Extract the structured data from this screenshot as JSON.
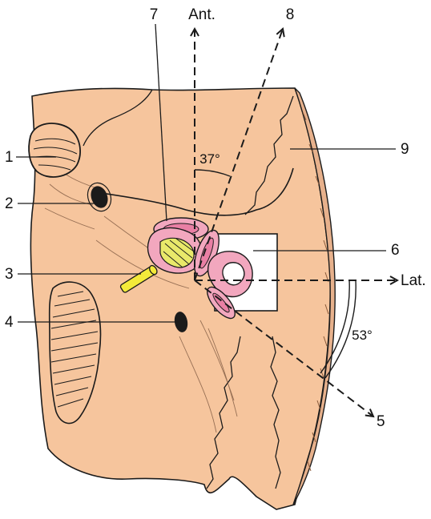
{
  "colors": {
    "bone": "#F6C59D",
    "outline": "#1b1b1b",
    "cochlea": "#F2A7BE",
    "cochlea_inner": "#E97FA4",
    "stapes": "#E9E96A",
    "probe": "#F4EA3A"
  },
  "labels": {
    "ant": "Ant.",
    "lat": "Lat.",
    "angle_37": "37°",
    "angle_53": "53°",
    "n1": "1",
    "n2": "2",
    "n3": "3",
    "n4": "4",
    "n5": "5",
    "n6": "6",
    "n7": "7",
    "n8": "8",
    "n9": "9"
  }
}
